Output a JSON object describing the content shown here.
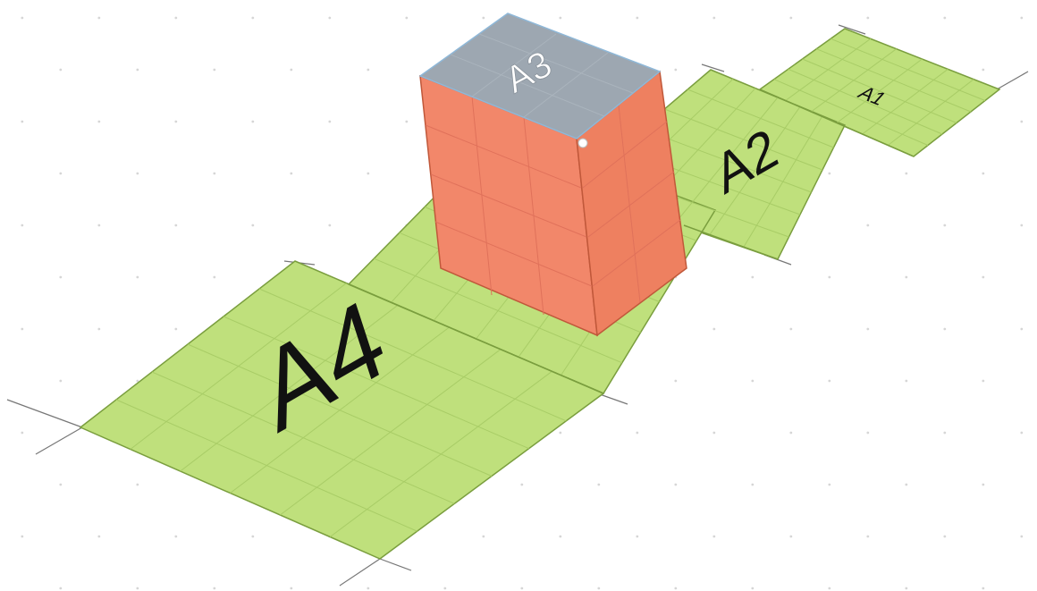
{
  "labels": {
    "a1": "A1",
    "a2": "A2",
    "a3": "A3",
    "a4": "A4"
  },
  "colors": {
    "background": "#ffffff",
    "plate_fill": "#bfe07c",
    "plate_stroke": "#7a9e3e",
    "plate_grid": "#a8cc66",
    "box_front": "#f2876a",
    "box_side": "#ee8060",
    "box_top": "#9da7b1",
    "box_edge": "#c0583a",
    "axis_line": "#777777",
    "dot": "#d6d6d6"
  }
}
